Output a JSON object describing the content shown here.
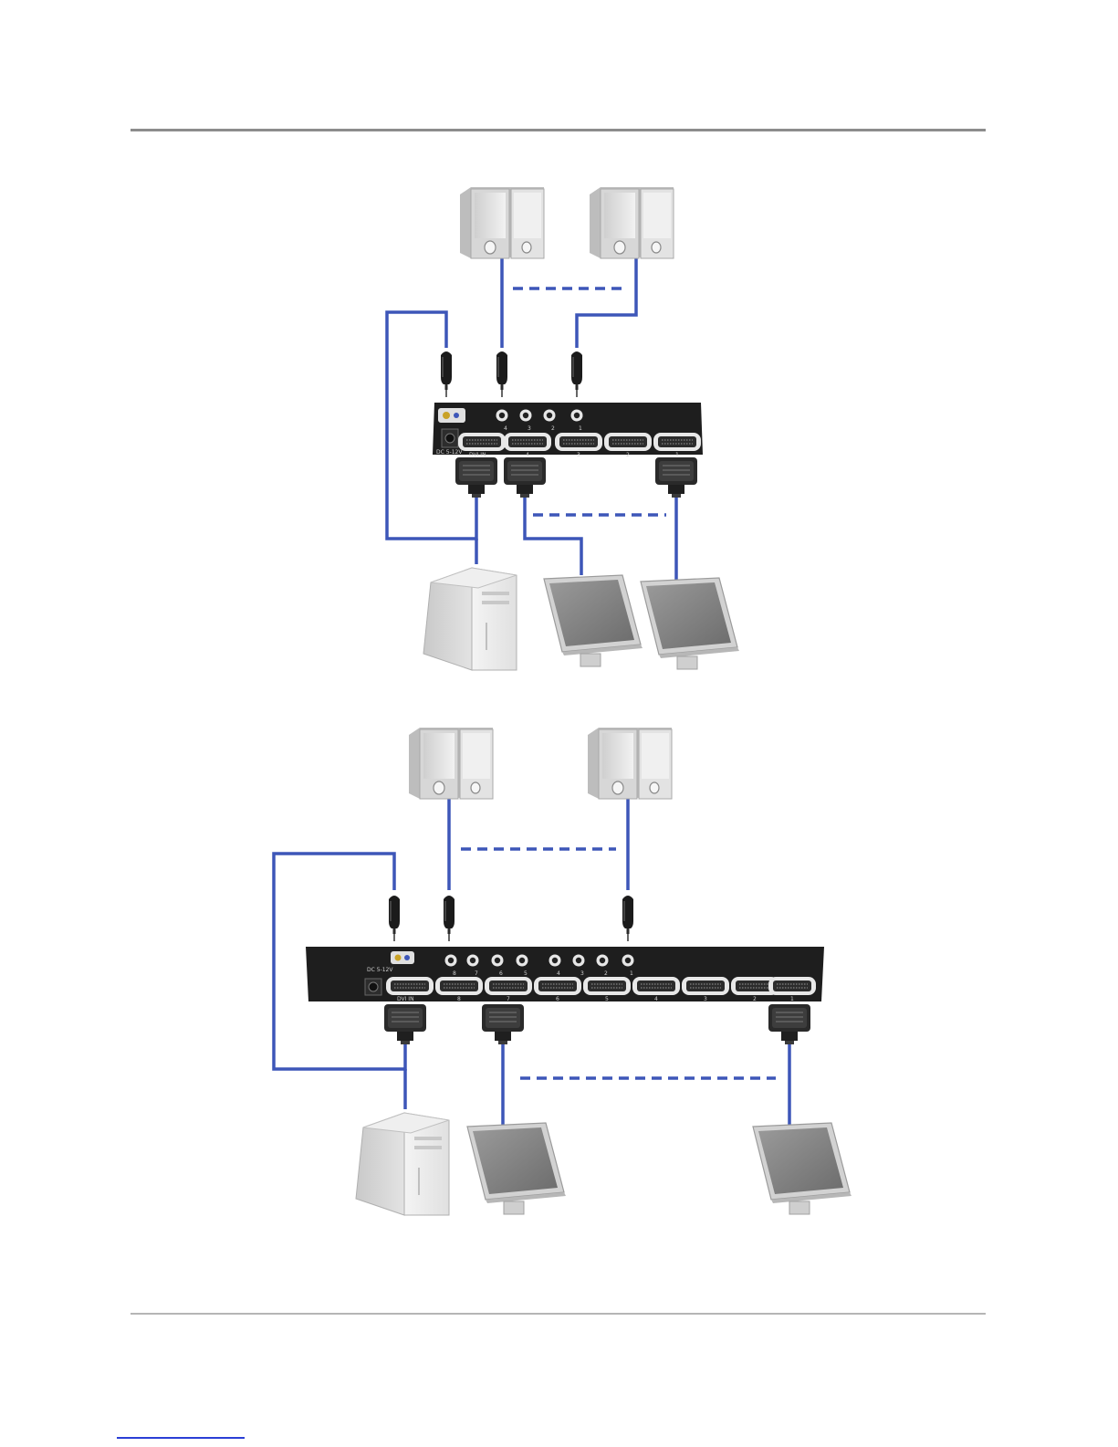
{
  "colors": {
    "cable": "#3d56b8",
    "rule": "#8c8c8c",
    "device": "#1e1e1e",
    "equipment": "#e4e4e4",
    "link": "#2a3fd6"
  },
  "diagram_top": {
    "audio_labels": [
      "4",
      "3",
      "2",
      "1"
    ],
    "dvi_labels": [
      "4",
      "3",
      "2",
      "1"
    ],
    "power_label": "DC 5-12V",
    "input_label": "DVI IN",
    "speakers": 2,
    "monitors": 2
  },
  "diagram_bottom": {
    "audio_labels": [
      "8",
      "7",
      "6",
      "5",
      "4",
      "3",
      "2",
      "1"
    ],
    "dvi_labels": [
      "8",
      "7",
      "6",
      "5",
      "4",
      "3",
      "2",
      "1"
    ],
    "power_label": "DC 5-12V",
    "input_label": "DVI IN",
    "speakers": 2,
    "monitors": 2
  },
  "icons": [
    "speaker-icon",
    "monitor-icon",
    "pc-tower-icon",
    "audio-jack-icon",
    "dvi-connector-icon"
  ]
}
